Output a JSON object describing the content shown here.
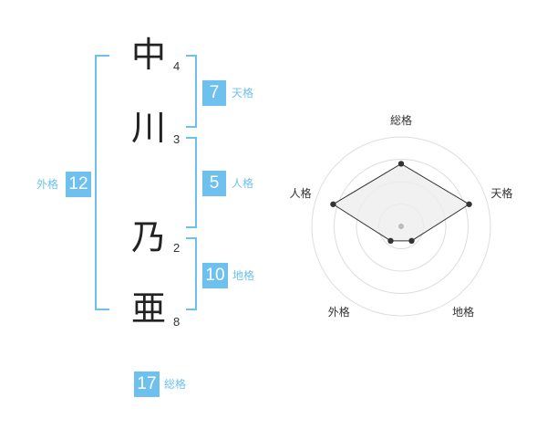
{
  "name": {
    "characters": [
      {
        "char": "中",
        "strokes": "4"
      },
      {
        "char": "川",
        "strokes": "3"
      },
      {
        "char": "乃",
        "strokes": "2"
      },
      {
        "char": "亜",
        "strokes": "8"
      }
    ]
  },
  "kaku": {
    "tenkaku": {
      "value": "7",
      "label": "天格"
    },
    "jinkaku": {
      "value": "5",
      "label": "人格"
    },
    "chikaku": {
      "value": "10",
      "label": "地格"
    },
    "gaikaku": {
      "value": "12",
      "label": "外格"
    },
    "soukaku": {
      "value": "17",
      "label": "総格"
    }
  },
  "colors": {
    "accent": "#6ec1ef",
    "ring": "#dddddd",
    "fill": "#eeeeee",
    "line": "#333333"
  },
  "chart_data": {
    "type": "radar",
    "axes": [
      "総格",
      "天格",
      "地格",
      "外格",
      "人格"
    ],
    "values": [
      0.7,
      0.8,
      0.2,
      0.2,
      0.8
    ],
    "range": [
      0,
      1
    ],
    "rings": 4
  }
}
